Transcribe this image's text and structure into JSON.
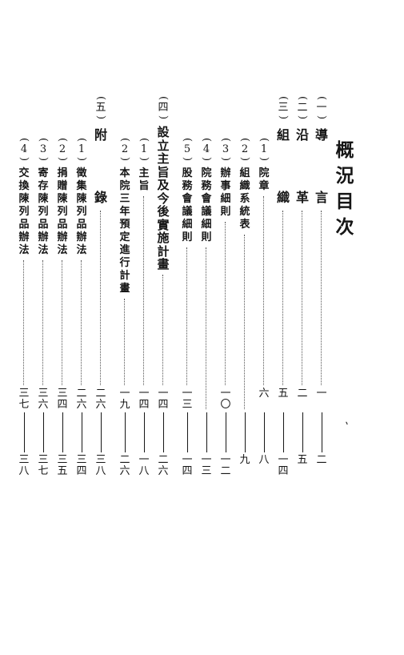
{
  "title": "概況目次",
  "entries": [
    {
      "num": "一",
      "label": "導言",
      "from": "一",
      "to": "二"
    },
    {
      "num": "二",
      "label": "沿革",
      "from": "二",
      "to": "五"
    },
    {
      "num": "三",
      "label": "組織",
      "from": "五",
      "to": "一四"
    },
    {
      "num": "1",
      "label": "院章",
      "from": "六",
      "to": "八"
    },
    {
      "num": "2",
      "label": "組織系統表",
      "from": "",
      "to": "九"
    },
    {
      "num": "3",
      "label": "辦事細則",
      "from": "一〇",
      "to": "一二"
    },
    {
      "num": "4",
      "label": "院務會議細則",
      "from": "",
      "to": "一三"
    },
    {
      "num": "5",
      "label": "股務會議細則",
      "from": "一三",
      "to": "一四"
    },
    {
      "num": "四",
      "label": "設立主旨及今後實施計畫",
      "from": "一四",
      "to": "二六"
    },
    {
      "num": "1",
      "label": "主旨",
      "from": "一四",
      "to": "一八"
    },
    {
      "num": "2",
      "label": "本院三年預定進行計畫",
      "from": "一九",
      "to": "二六"
    },
    {
      "num": "五",
      "label": "附錄",
      "from": "二六",
      "to": "三八"
    },
    {
      "num": "1",
      "label": "徵集陳列品辦法",
      "from": "二六",
      "to": "三四"
    },
    {
      "num": "2",
      "label": "捐贈陳列品辦法",
      "from": "三四",
      "to": "三五"
    },
    {
      "num": "3",
      "label": "寄存陳列品辦法",
      "from": "三六",
      "to": "三七"
    },
    {
      "num": "4",
      "label": "交換陳列品辦法",
      "from": "三七",
      "to": "三八"
    }
  ]
}
